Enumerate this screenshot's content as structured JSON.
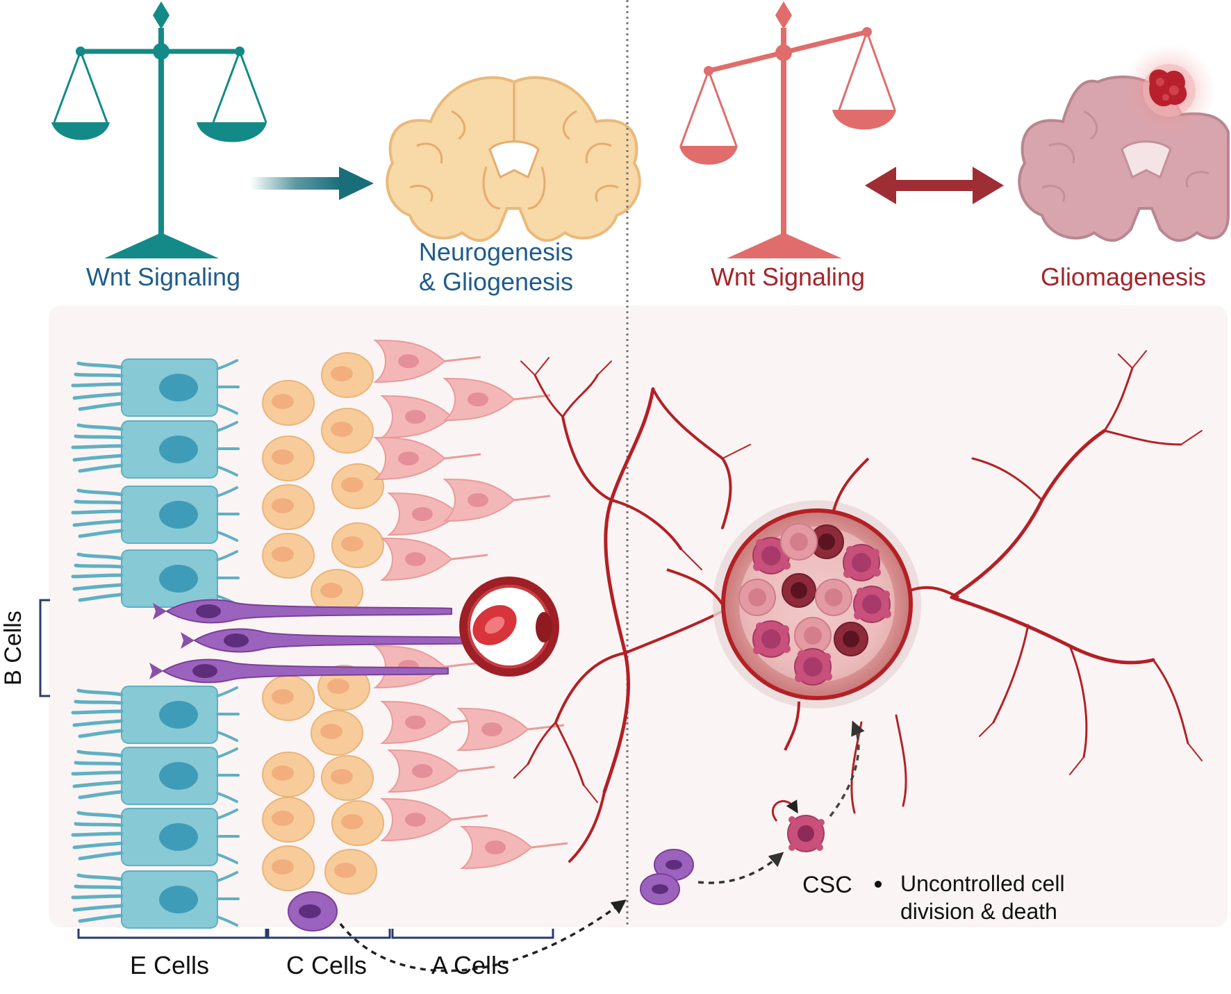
{
  "top_left": {
    "scale_label": "Wnt Signaling",
    "outcome_line1": "Neurogenesis",
    "outcome_line2": "& Gliogenesis"
  },
  "top_right": {
    "scale_label": "Wnt Signaling",
    "outcome": "Gliomagenesis"
  },
  "cell_labels": {
    "b_cells": "B Cells",
    "e_cells": "E Cells",
    "c_cells": "C Cells",
    "a_cells": "A Cells",
    "csc": "CSC",
    "csc_note_line1": "Uncontrolled cell",
    "csc_note_line2": "division & death"
  },
  "colors": {
    "normal_teal": "#138a87",
    "normal_text_blue": "#1f5b8c",
    "tumor_pink": "#e06c6c",
    "tumor_text_red": "#a3242a",
    "vessel_red": "#b32025",
    "e_cell": "#88c9d6",
    "e_nucleus": "#3f9cb8",
    "c_cell": "#f7cc9a",
    "a_cell": "#f4b7b7",
    "b_cell": "#8a4fa8",
    "panel_bg": "#fbf4f4"
  },
  "icons": {
    "balance_scale": "scale-icon",
    "brain": "brain-icon",
    "tumor_brain": "brain-with-tumor-icon",
    "blood_vessel": "vessel-cross-section-icon"
  }
}
